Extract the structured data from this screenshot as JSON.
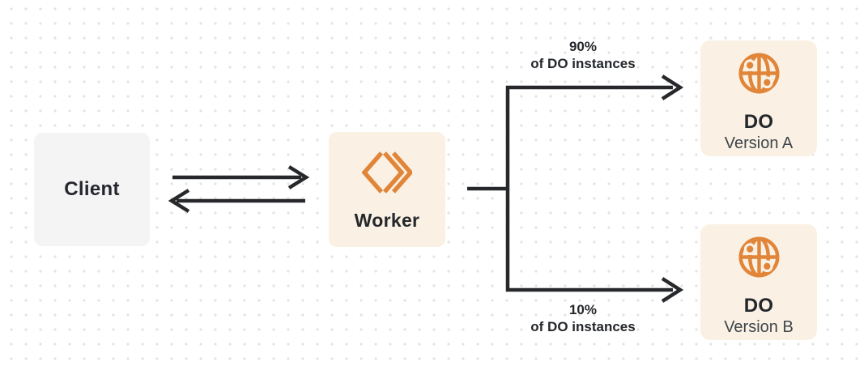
{
  "diagram": {
    "nodes": {
      "client": {
        "label": "Client"
      },
      "worker": {
        "label": "Worker",
        "icon": "workers-chevrons-icon"
      },
      "do_a": {
        "title": "DO",
        "subtitle": "Version A",
        "icon": "globe-icon"
      },
      "do_b": {
        "title": "DO",
        "subtitle": "Version B",
        "icon": "globe-icon"
      }
    },
    "edges": {
      "client_worker": {
        "direction": "bidirectional"
      },
      "split_top": {
        "label_line1": "90%",
        "label_line2": "of DO instances",
        "target": "DO Version A"
      },
      "split_bottom": {
        "label_line1": "10%",
        "label_line2": "of DO instances",
        "target": "DO Version B"
      }
    },
    "colors": {
      "accent_orange": "#E18539",
      "box_cream": "#FAF1E4",
      "box_gray": "#F4F4F5",
      "line_dark": "#26282B",
      "text_dark": "#24272B",
      "text_muted": "#3E444B",
      "dot_grid": "#E3E3E3"
    }
  }
}
